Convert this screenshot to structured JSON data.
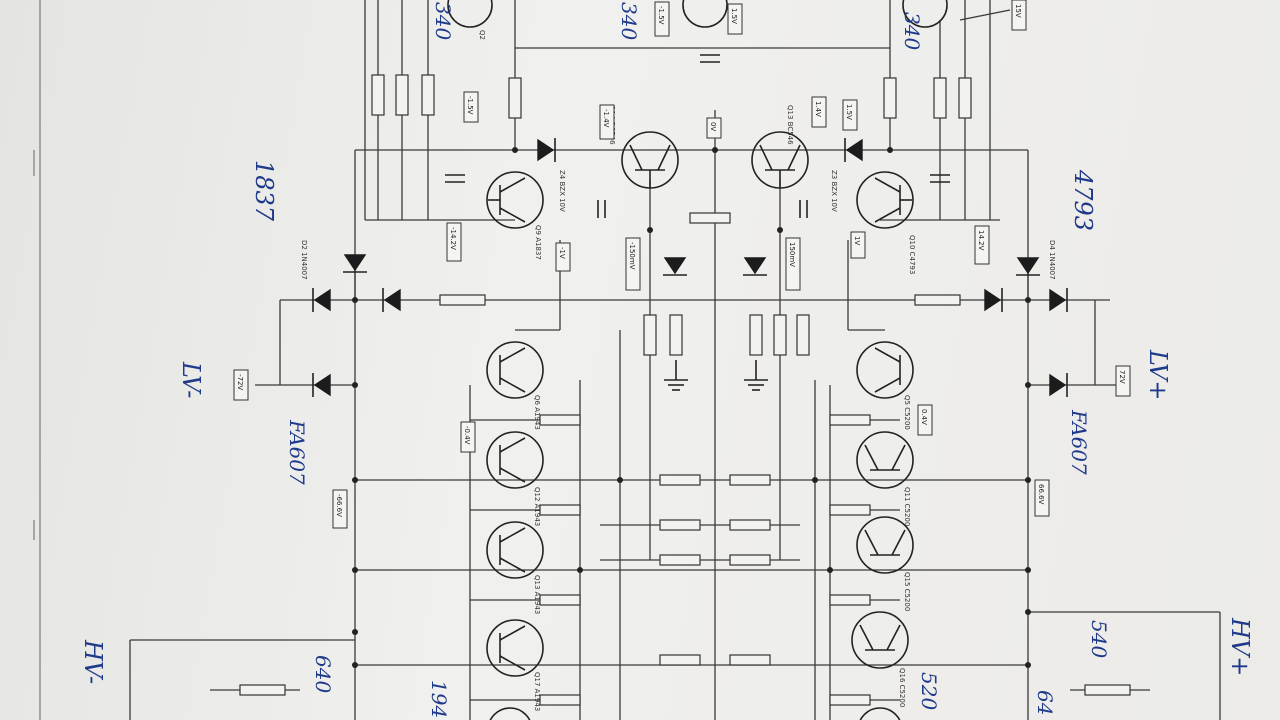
{
  "annotations": {
    "left_top_num": "1837",
    "right_top_num": "4793",
    "lv_minus": "LV-",
    "lv_plus": "LV+",
    "fa_left": "FA607",
    "fa_right": "FA607",
    "hv_minus": "HV-",
    "hv_plus": "HV+",
    "top_340_a": "340",
    "top_340_b": "340",
    "top_340_c": "340",
    "right_540": "540",
    "right_64": "64",
    "left_640": "640",
    "bottom_194": "194",
    "bottom_520": "520"
  },
  "voltage_boxes": {
    "top_minus_1_5v": "-1.5V",
    "top_1_5v": "1.5V",
    "top_15v": "15V",
    "mid_minus_1_5v": "-1.5V",
    "mid_minus_1_4v": "-1.4V",
    "mid_0v": "0V",
    "mid_1_4v": "1.4V",
    "mid_1_5v": "1.5V",
    "left_minus_14_2v": "-14.2V",
    "right_14_2v": "14.2V",
    "left_minus_1v": "-1V",
    "right_1v": "1V",
    "left_minus_150mv": "-150mV",
    "right_150mv": "150mV",
    "left_minus_72v": "-72V",
    "right_72v": "72V",
    "left_minus_0_4v": "-0.4V",
    "right_0_4v": "0.4V",
    "left_minus_66_6v": "-66.6V",
    "right_66_6v": "66.6V"
  }
}
